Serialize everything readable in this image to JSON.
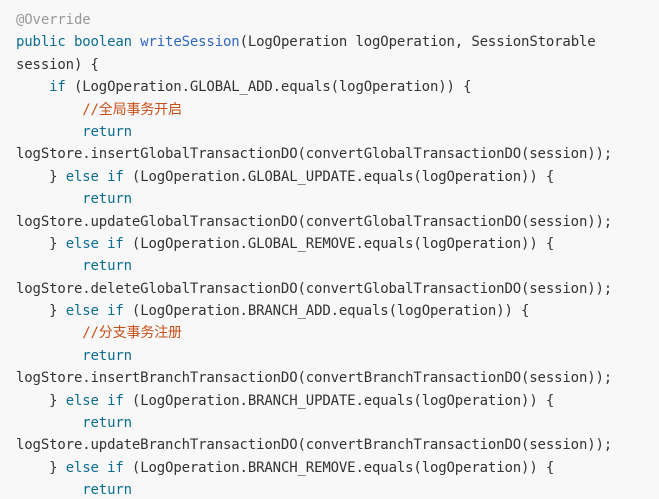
{
  "code": {
    "language": "java",
    "lines": [
      [
        {
          "t": "annotation",
          "v": "@Override"
        }
      ],
      [
        {
          "t": "keyword",
          "v": "public"
        },
        {
          "t": "plain",
          "v": " "
        },
        {
          "t": "keyword",
          "v": "boolean"
        },
        {
          "t": "plain",
          "v": " "
        },
        {
          "t": "function",
          "v": "writeSession"
        },
        {
          "t": "plain",
          "v": "(LogOperation logOperation, SessionStorable"
        }
      ],
      [
        {
          "t": "plain",
          "v": "session) {"
        }
      ],
      [
        {
          "t": "plain",
          "v": "    "
        },
        {
          "t": "keyword",
          "v": "if"
        },
        {
          "t": "plain",
          "v": " (LogOperation.GLOBAL_ADD.equals(logOperation)) {"
        }
      ],
      [
        {
          "t": "plain",
          "v": "        "
        },
        {
          "t": "comment",
          "v": "//全局事务开启"
        }
      ],
      [
        {
          "t": "plain",
          "v": "        "
        },
        {
          "t": "keyword",
          "v": "return"
        }
      ],
      [
        {
          "t": "plain",
          "v": "logStore.insertGlobalTransactionDO(convertGlobalTransactionDO(session));"
        }
      ],
      [
        {
          "t": "plain",
          "v": "    } "
        },
        {
          "t": "keyword",
          "v": "else"
        },
        {
          "t": "plain",
          "v": " "
        },
        {
          "t": "keyword",
          "v": "if"
        },
        {
          "t": "plain",
          "v": " (LogOperation.GLOBAL_UPDATE.equals(logOperation)) {"
        }
      ],
      [
        {
          "t": "plain",
          "v": "        "
        },
        {
          "t": "keyword",
          "v": "return"
        }
      ],
      [
        {
          "t": "plain",
          "v": "logStore.updateGlobalTransactionDO(convertGlobalTransactionDO(session));"
        }
      ],
      [
        {
          "t": "plain",
          "v": "    } "
        },
        {
          "t": "keyword",
          "v": "else"
        },
        {
          "t": "plain",
          "v": " "
        },
        {
          "t": "keyword",
          "v": "if"
        },
        {
          "t": "plain",
          "v": " (LogOperation.GLOBAL_REMOVE.equals(logOperation)) {"
        }
      ],
      [
        {
          "t": "plain",
          "v": "        "
        },
        {
          "t": "keyword",
          "v": "return"
        }
      ],
      [
        {
          "t": "plain",
          "v": "logStore.deleteGlobalTransactionDO(convertGlobalTransactionDO(session));"
        }
      ],
      [
        {
          "t": "plain",
          "v": "    } "
        },
        {
          "t": "keyword",
          "v": "else"
        },
        {
          "t": "plain",
          "v": " "
        },
        {
          "t": "keyword",
          "v": "if"
        },
        {
          "t": "plain",
          "v": " (LogOperation.BRANCH_ADD.equals(logOperation)) {"
        }
      ],
      [
        {
          "t": "plain",
          "v": "        "
        },
        {
          "t": "comment",
          "v": "//分支事务注册"
        }
      ],
      [
        {
          "t": "plain",
          "v": "        "
        },
        {
          "t": "keyword",
          "v": "return"
        }
      ],
      [
        {
          "t": "plain",
          "v": "logStore.insertBranchTransactionDO(convertBranchTransactionDO(session));"
        }
      ],
      [
        {
          "t": "plain",
          "v": "    } "
        },
        {
          "t": "keyword",
          "v": "else"
        },
        {
          "t": "plain",
          "v": " "
        },
        {
          "t": "keyword",
          "v": "if"
        },
        {
          "t": "plain",
          "v": " (LogOperation.BRANCH_UPDATE.equals(logOperation)) {"
        }
      ],
      [
        {
          "t": "plain",
          "v": "        "
        },
        {
          "t": "keyword",
          "v": "return"
        }
      ],
      [
        {
          "t": "plain",
          "v": "logStore.updateBranchTransactionDO(convertBranchTransactionDO(session));"
        }
      ],
      [
        {
          "t": "plain",
          "v": "    } "
        },
        {
          "t": "keyword",
          "v": "else"
        },
        {
          "t": "plain",
          "v": " "
        },
        {
          "t": "keyword",
          "v": "if"
        },
        {
          "t": "plain",
          "v": " (LogOperation.BRANCH_REMOVE.equals(logOperation)) {"
        }
      ],
      [
        {
          "t": "plain",
          "v": "        "
        },
        {
          "t": "keyword",
          "v": "return"
        }
      ]
    ]
  },
  "colors": {
    "background": "#f8f8f8",
    "annotation": "#999999",
    "keyword": "#0c6d91",
    "function": "#2f67c2",
    "comment": "#c84f18",
    "plain": "#333333"
  }
}
